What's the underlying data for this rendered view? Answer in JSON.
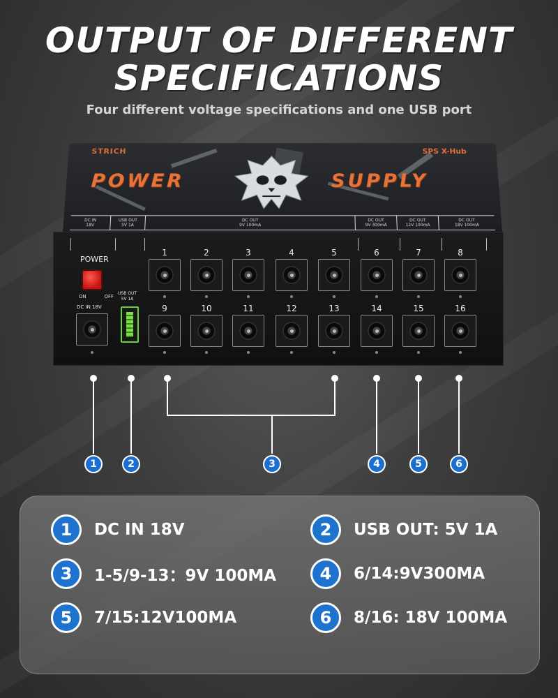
{
  "heading": {
    "line1": "OUTPUT OF DIFFERENT",
    "line2": "SPECIFICATIONS",
    "subtitle": "Four different voltage specifications and one USB port"
  },
  "device": {
    "brand": "STRICH",
    "model": "SPS X-Hub",
    "title_left": "POWER",
    "title_right": "SUPPLY",
    "strip": [
      {
        "line1": "DC IN",
        "line2": "18V"
      },
      {
        "line1": "USB OUT",
        "line2": "5V 1A"
      },
      {
        "line1": "DC OUT",
        "line2": "9V 100mA"
      },
      {
        "line1": "DC OUT",
        "line2": "9V 300mA"
      },
      {
        "line1": "DC OUT",
        "line2": "12V 100mA"
      },
      {
        "line1": "DC OUT",
        "line2": "18V 100mA"
      }
    ],
    "power_label": "POWER",
    "on_label": "ON",
    "off_label": "OFF",
    "dc_in_label": "DC IN 18V",
    "usb_label_1": "USB OUT",
    "usb_label_2": "5V 1A",
    "ports_top": [
      "1",
      "2",
      "3",
      "4",
      "5",
      "6",
      "7",
      "8"
    ],
    "ports_bottom": [
      "9",
      "10",
      "11",
      "12",
      "13",
      "14",
      "15",
      "16"
    ]
  },
  "callouts": [
    "1",
    "2",
    "3",
    "4",
    "5",
    "6"
  ],
  "specs": [
    {
      "num": "1",
      "text": "DC IN 18V"
    },
    {
      "num": "2",
      "text": "USB OUT: 5V 1A"
    },
    {
      "num": "3",
      "text": "1-5/9-13：9V 100MA"
    },
    {
      "num": "4",
      "text": "6/14:9V300MA"
    },
    {
      "num": "5",
      "text": "7/15:12V100MA"
    },
    {
      "num": "6",
      "text": "8/16: 18V 100MA"
    }
  ],
  "colors": {
    "accent_orange": "#e8743b",
    "badge_blue": "#1e73cf",
    "usb_green": "#6ad33a",
    "power_red": "#c3140f"
  }
}
